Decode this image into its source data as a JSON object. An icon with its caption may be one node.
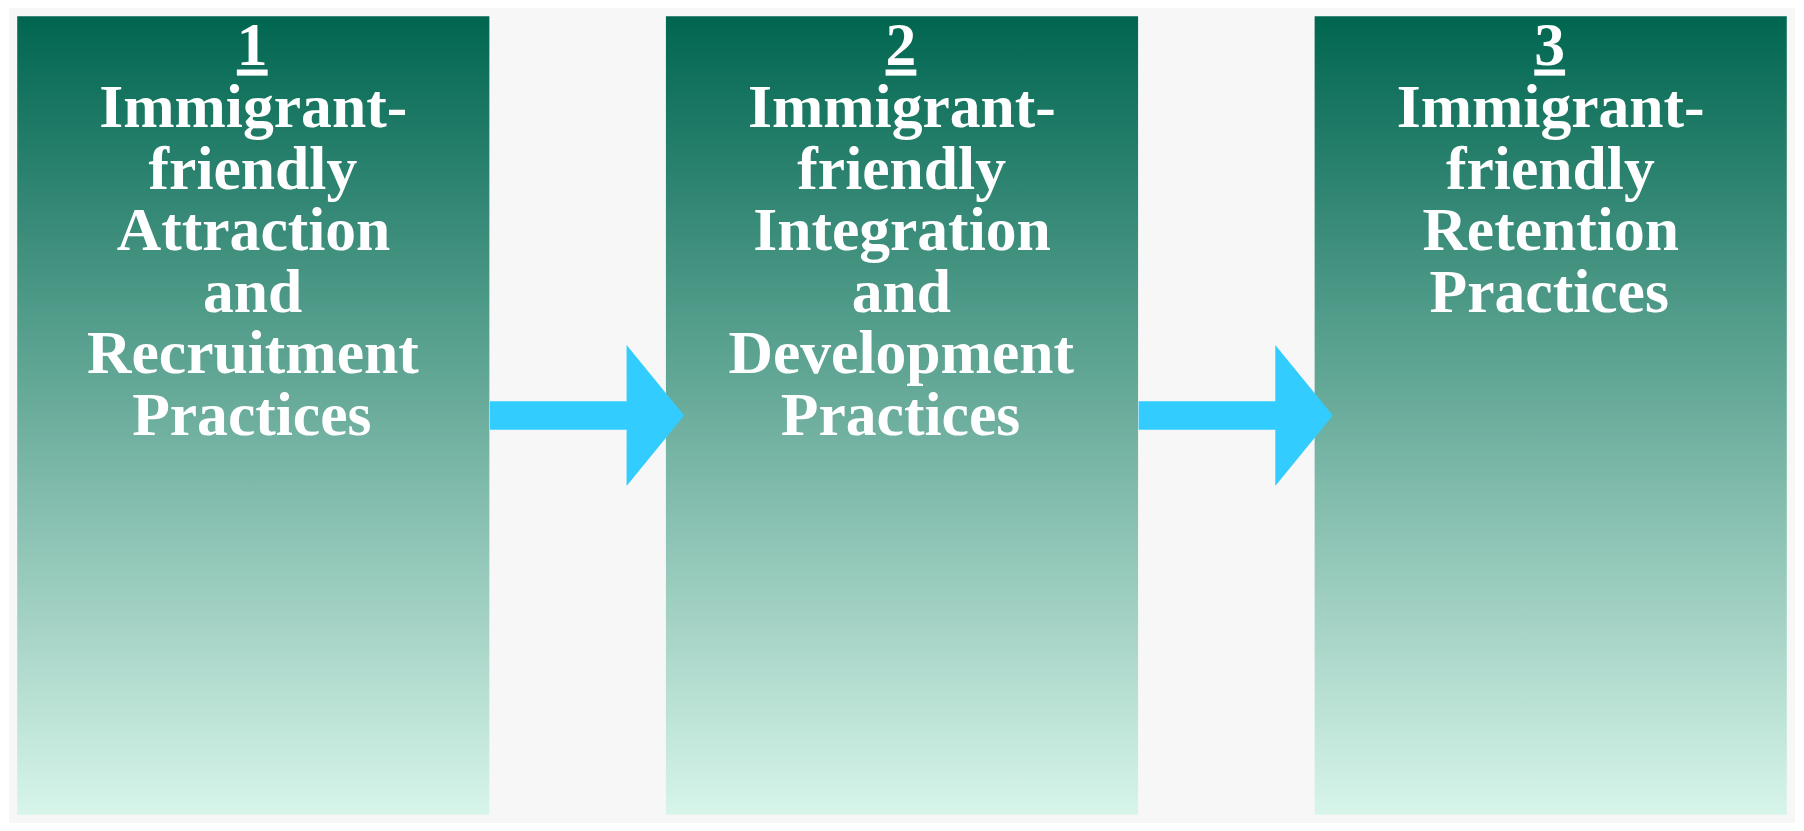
{
  "diagram": {
    "nodes": [
      {
        "text": [
          "1",
          "Immigrant-friendly Attraction and Recruitment Practices"
        ]
      },
      {
        "text": [
          "2",
          "Immigrant-friendly Integration and Development Practices"
        ]
      },
      {
        "text": [
          "3",
          "Immigrant-friendly Retention Practices"
        ]
      }
    ],
    "edges": [
      {
        "from": 0,
        "to": 1,
        "arrow": "to"
      },
      {
        "from": 1,
        "to": 2,
        "arrow": "to"
      }
    ]
  }
}
